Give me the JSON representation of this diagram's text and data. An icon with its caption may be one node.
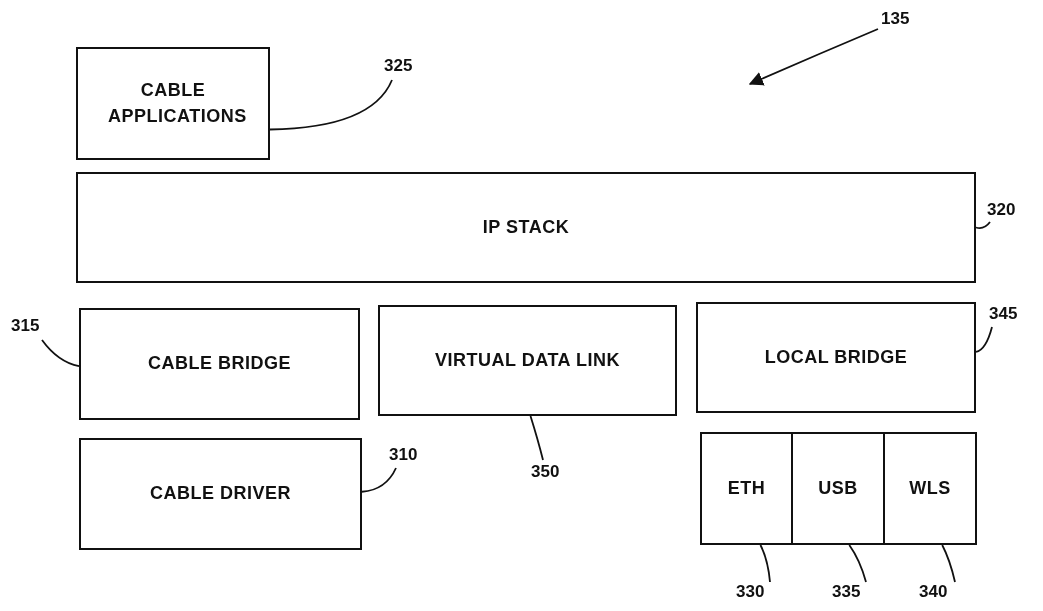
{
  "diagram": {
    "nodes": [
      {
        "text": [
          "CABLE APPLICATIONS"
        ]
      },
      {
        "text": [
          "IP STACK"
        ]
      },
      {
        "text": [
          "CABLE BRIDGE"
        ]
      },
      {
        "text": [
          "VIRTUAL DATA LINK"
        ]
      },
      {
        "text": [
          "LOCAL BRIDGE"
        ]
      },
      {
        "text": [
          "CABLE DRIVER"
        ]
      },
      {
        "text": [
          "ETH"
        ]
      },
      {
        "text": [
          "USB"
        ]
      },
      {
        "text": [
          "WLS"
        ]
      },
      {
        "text": [
          "135"
        ]
      },
      {
        "text": [
          "325"
        ]
      },
      {
        "text": [
          "320"
        ]
      },
      {
        "text": [
          "315"
        ]
      },
      {
        "text": [
          "345"
        ]
      },
      {
        "text": [
          "310"
        ]
      },
      {
        "text": [
          "350"
        ]
      },
      {
        "text": [
          "330"
        ]
      },
      {
        "text": [
          "335"
        ]
      },
      {
        "text": [
          "340"
        ]
      }
    ],
    "edges": [
      {
        "from": 9,
        "to": null,
        "arrow": "to"
      },
      {
        "from": 10,
        "to": 0,
        "arrow": "none"
      },
      {
        "from": 11,
        "to": 1,
        "arrow": "none"
      },
      {
        "from": 12,
        "to": 2,
        "arrow": "none"
      },
      {
        "from": 13,
        "to": 4,
        "arrow": "none"
      },
      {
        "from": 14,
        "to": 5,
        "arrow": "none"
      },
      {
        "from": 15,
        "to": 3,
        "arrow": "none"
      },
      {
        "from": 16,
        "to": 6,
        "arrow": "none"
      },
      {
        "from": 17,
        "to": 7,
        "arrow": "none"
      },
      {
        "from": 18,
        "to": 8,
        "arrow": "none"
      }
    ]
  }
}
